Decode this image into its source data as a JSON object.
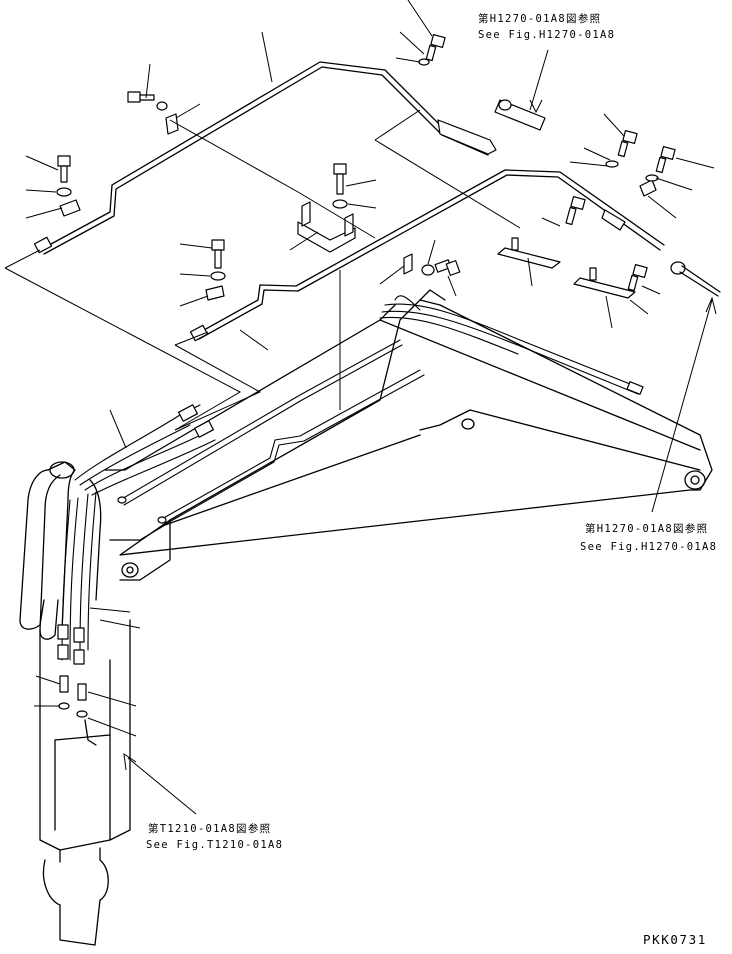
{
  "references": {
    "top": {
      "jp": "第H1270-01A8図参照",
      "en": "See Fig.H1270-01A8"
    },
    "right": {
      "jp": "第H1270-01A8図参照",
      "en": "See Fig.H1270-01A8"
    },
    "bottom": {
      "jp": "第T1210-01A8図参照",
      "en": "See Fig.T1210-01A8"
    }
  },
  "drawing_code": "PKK0731"
}
